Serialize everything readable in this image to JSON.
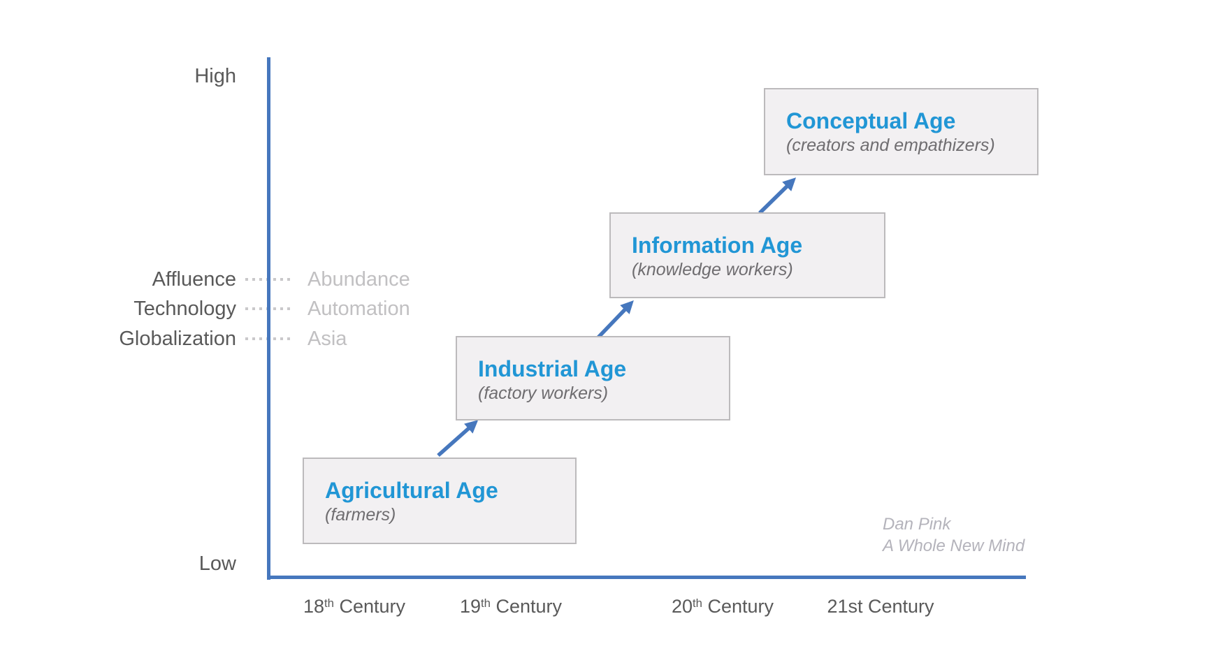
{
  "y_axis": {
    "high_label": "High",
    "low_label": "Low"
  },
  "x_axis": {
    "labels": [
      {
        "prefix": "18",
        "sup": "th",
        "suffix": " Century"
      },
      {
        "prefix": "19",
        "sup": "th",
        "suffix": " Century"
      },
      {
        "prefix": "20",
        "sup": "th",
        "suffix": " Century"
      },
      {
        "prefix": "21st",
        "sup": "",
        "suffix": " Century"
      }
    ]
  },
  "drivers": [
    {
      "factor": "Affluence",
      "outcome": "Abundance"
    },
    {
      "factor": "Technology",
      "outcome": "Automation"
    },
    {
      "factor": "Globalization",
      "outcome": "Asia"
    }
  ],
  "stages": [
    {
      "title": "Agricultural Age",
      "subtitle": "(farmers)"
    },
    {
      "title": "Industrial Age",
      "subtitle": "(factory workers)"
    },
    {
      "title": "Information Age",
      "subtitle": "(knowledge workers)"
    },
    {
      "title": "Conceptual Age",
      "subtitle": "(creators and empathizers)"
    }
  ],
  "attribution": {
    "author": "Dan Pink",
    "work": "A Whole New Mind"
  },
  "colors": {
    "stage_title_blue": "#2196d5",
    "axis_arrow_blue": "#4677bd",
    "label_gray": "#595959",
    "outcome_gray": "#c1c0c2",
    "subtitle_gray": "#6f6d70",
    "attribution_gray": "#b4b3bb",
    "box_fill": "#f2f0f2",
    "box_border": "#bcbabc"
  }
}
